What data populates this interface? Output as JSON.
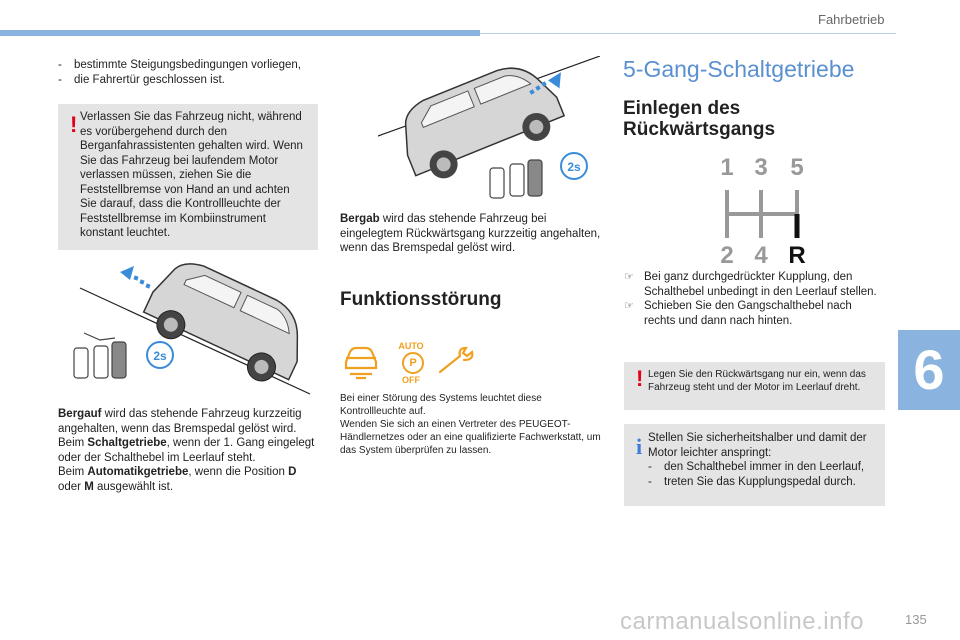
{
  "header": {
    "section": "Fahrbetrieb"
  },
  "left": {
    "list": [
      "bestimmte Steigungsbedingungen vorliegen,",
      "die Fahrertür geschlossen ist."
    ],
    "warning": "Verlassen Sie das Fahrzeug nicht, während es vorübergehend durch den Berganfahrassistenten gehalten wird. Wenn Sie das Fahrzeug bei laufendem Motor verlassen müssen, ziehen Sie die Feststellbremse von Hand an und achten Sie darauf, dass die Kontrollleuchte der Feststellbremse im Kombiinstrument konstant leuchtet.",
    "illus_badge": "2s",
    "uphill_label": "Bergauf",
    "uphill_text": " wird das stehende Fahrzeug kurzzeitig angehalten, wenn das Bremspedal gelöst wird.",
    "manual_prefix": "Beim ",
    "manual_label": "Schaltgetriebe",
    "manual_text": ", wenn der 1. Gang eingelegt oder der Schalthebel im Leerlauf steht.",
    "auto_prefix": "Beim ",
    "auto_label": "Automatikgetriebe",
    "auto_text": ", wenn die Position ",
    "pos_d": "D",
    "auto_or": " oder ",
    "pos_m": "M",
    "auto_end": " ausgewählt ist."
  },
  "middle": {
    "illus_badge": "2s",
    "downhill_label": "Bergab",
    "downhill_text": " wird das stehende Fahrzeug bei eingelegtem Rückwärtsgang kurzzeitig angehalten, wenn das Bremspedal gelöst wird.",
    "fault_title": "Funktionsstörung",
    "auto_icon_top": "AUTO",
    "auto_icon_p": "P",
    "auto_icon_bottom": "OFF",
    "fault_text1": "Bei einer Störung des Systems leuchtet diese Kontrollleuchte auf.",
    "fault_text2": "Wenden Sie sich an einen Vertreter des PEUGEOT-Händlernetzes oder an eine qualifizierte Fachwerkstatt, um das System überprüfen zu lassen."
  },
  "right": {
    "title": "5-Gang-Schaltgetriebe",
    "subtitle": "Einlegen des Rückwärtsgangs",
    "gears_top": [
      "1",
      "3",
      "5"
    ],
    "gears_bottom": [
      "2",
      "4",
      "R"
    ],
    "steps": [
      "Bei ganz durchgedrückter Kupplung, den Schalthebel unbedingt in den Leerlauf stellen.",
      "Schieben Sie den Gangschalthebel nach rechts und dann nach hinten."
    ],
    "warning": "Legen Sie den Rückwärtsgang nur ein, wenn das Fahrzeug steht und der Motor im Leerlauf dreht.",
    "info_intro": "Stellen Sie sicherheitshalber und damit der Motor leichter anspringt:",
    "info_list": [
      "den Schalthebel immer in den Leerlauf,",
      "treten Sie das Kupplungspedal durch."
    ]
  },
  "chapter": "6",
  "page_number": "135",
  "watermark": "carmanualsonline.info",
  "colors": {
    "accent": "#8ab4df",
    "warning": "#e2001a",
    "info": "#3b7dd8",
    "icon_orange": "#f0a020"
  }
}
